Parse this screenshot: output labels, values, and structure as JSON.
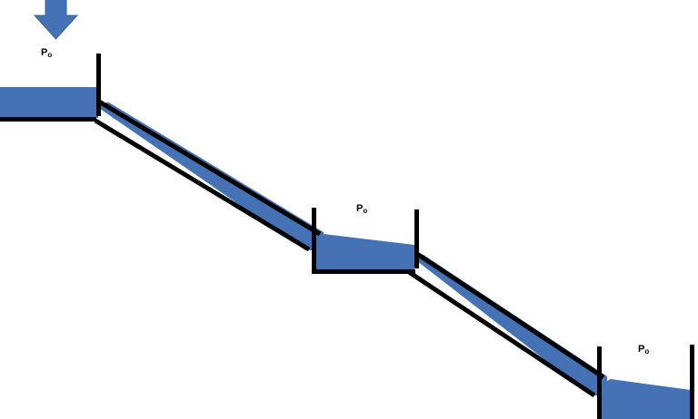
{
  "figure": {
    "title": "Cascading reservoir and pipe flow diagram",
    "background_color": "#FFFFFF",
    "water_color": "#4472B4",
    "wall_color": "#000000",
    "arrow_color": "#4472B4"
  },
  "labels": {
    "tank1_pressure": {
      "symbol": "P",
      "subscript": "o",
      "full": "Po"
    },
    "tank2_pressure": {
      "symbol": "P",
      "subscript": "o",
      "full": "Po"
    },
    "tank3_pressure": {
      "symbol": "P",
      "subscript": "o",
      "full": "Po"
    }
  },
  "chart_data": {
    "type": "diagram",
    "title": "Three cascading reservoirs joined by inclined pipes",
    "elements": [
      {
        "name": "applied-pressure-arrow",
        "kind": "arrow",
        "direction": "down",
        "color": "#4472B4",
        "x_range": [
          38,
          85
        ],
        "y_range": [
          0,
          42
        ]
      },
      {
        "name": "reservoir-1",
        "kind": "tank",
        "label": "Po",
        "water_surface_y": 96,
        "bottom_y": 130,
        "right_wall_x": 108,
        "wall_top_y": 60
      },
      {
        "name": "pipe-1",
        "kind": "inclined-pipe",
        "from": [
          108,
          126
        ],
        "to": [
          345,
          268
        ],
        "slope": "descending"
      },
      {
        "name": "reservoir-2",
        "kind": "tank",
        "label": "Po",
        "water_surface_y": 270,
        "bottom_y": 298,
        "left_wall_x": 344,
        "right_wall_x": 458,
        "wall_top_y": 230
      },
      {
        "name": "pipe-2",
        "kind": "inclined-pipe",
        "from": [
          458,
          294
        ],
        "to": [
          658,
          428
        ],
        "slope": "descending"
      },
      {
        "name": "reservoir-3",
        "kind": "tank",
        "label": "Po",
        "water_surface_y": 430,
        "bottom_y": 462,
        "left_wall_x": 658,
        "right_wall_x": 760,
        "wall_top_y": 381
      }
    ]
  }
}
